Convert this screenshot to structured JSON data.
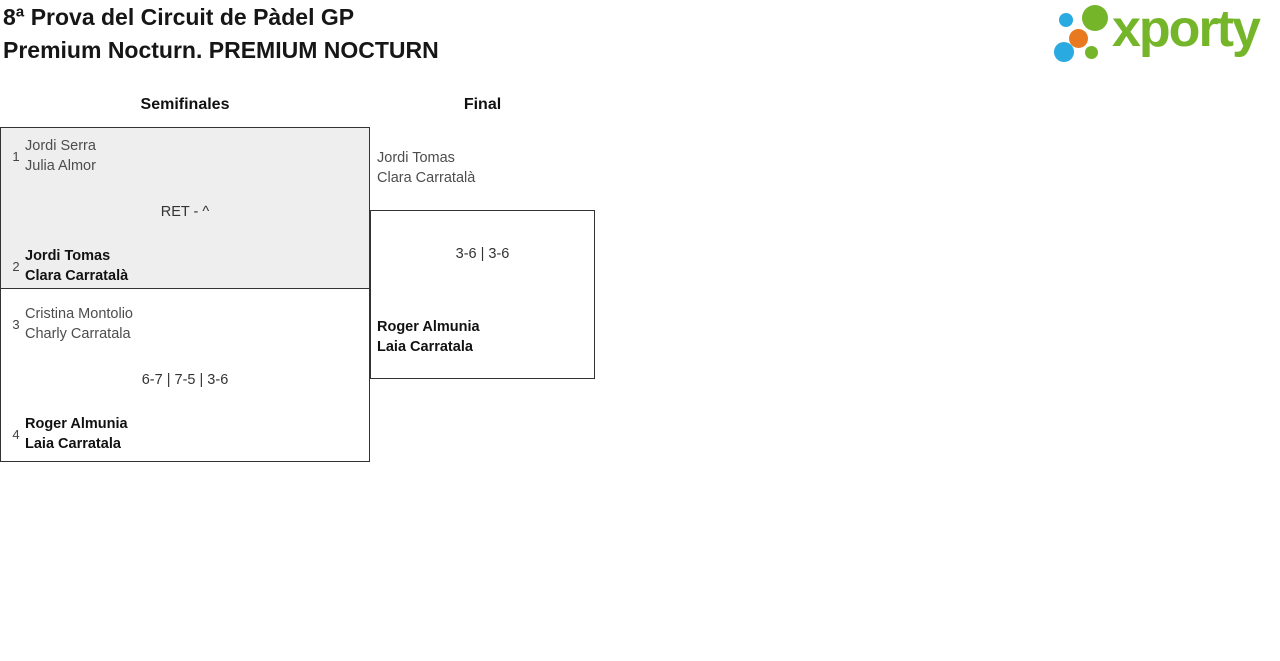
{
  "page": {
    "title_line1": "8ª Prova del Circuit de Pàdel GP",
    "title_line2": "Premium Nocturn. PREMIUM NOCTURN"
  },
  "logo": {
    "text": "xporty",
    "colors": {
      "green": "#74b52a",
      "blue": "#29abe2",
      "orange": "#e8791e"
    }
  },
  "colors": {
    "box_border": "#333333",
    "highlight_box_bg": "#eeeeee",
    "winner_text": "#121212",
    "player_text": "#4d4d4d"
  },
  "bracket": {
    "rounds": [
      {
        "label": "Semifinales"
      },
      {
        "label": "Final"
      }
    ],
    "matches": [
      {
        "name": "semifinal-1",
        "round": "Semifinales",
        "score": "RET - ^",
        "teams": [
          {
            "seed": "1",
            "player1": "Jordi Serra",
            "player2": "Julia Almor",
            "winner": false
          },
          {
            "seed": "2",
            "player1": "Jordi Tomas",
            "player2": "Clara Carratalà",
            "winner": true
          }
        ]
      },
      {
        "name": "semifinal-2",
        "round": "Semifinales",
        "score": "6-7 | 7-5 | 3-6",
        "teams": [
          {
            "seed": "3",
            "player1": "Cristina Montolio",
            "player2": "Charly Carratala",
            "winner": false
          },
          {
            "seed": "4",
            "player1": "Roger Almunia",
            "player2": "Laia Carratala",
            "winner": true
          }
        ]
      },
      {
        "name": "final",
        "round": "Final",
        "score": "3-6 | 3-6",
        "teams": [
          {
            "player1": "Jordi Tomas",
            "player2": "Clara Carratalà",
            "winner": false
          },
          {
            "player1": "Roger Almunia",
            "player2": "Laia Carratala",
            "winner": true
          }
        ]
      }
    ]
  }
}
